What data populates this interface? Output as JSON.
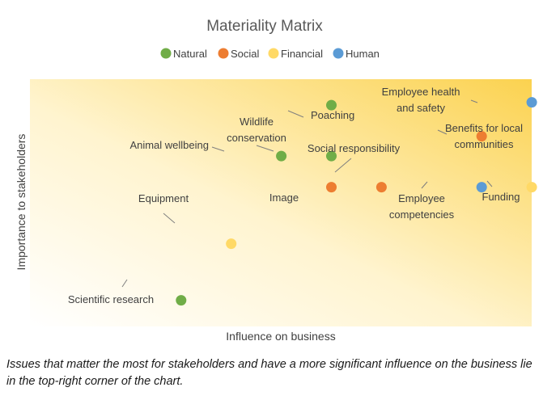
{
  "chart_data": {
    "type": "scatter",
    "title": "Materiality Matrix",
    "xlabel": "Influence on business",
    "ylabel": "Importance to stakeholders",
    "xlim": [
      0,
      10
    ],
    "ylim": [
      0,
      10
    ],
    "grid": false,
    "legend_position": "top",
    "background": "gradient from white (bottom-left) to gold (top-right)",
    "gradient_colors": [
      "#ffffff",
      "#fbd55a"
    ],
    "series": [
      {
        "name": "Natural",
        "color": "#70ad47",
        "points": [
          {
            "label": "Poaching",
            "x": 5.0,
            "y": 8.9
          },
          {
            "label": "Wildlife\nconservation",
            "x": 5.0,
            "y": 7.1
          },
          {
            "label": "Animal wellbeing",
            "x": 4.0,
            "y": 7.1
          },
          {
            "label": "Scientific research",
            "x": 2.0,
            "y": 2.0
          }
        ]
      },
      {
        "name": "Social",
        "color": "#ed7d31",
        "points": [
          {
            "label": "Benefits for local\ncommunities",
            "x": 8.0,
            "y": 7.8
          },
          {
            "label": "Social responsibility",
            "x": 6.0,
            "y": 6.0
          },
          {
            "label": "Image",
            "x": 5.0,
            "y": 6.0
          }
        ]
      },
      {
        "name": "Financial",
        "color": "#ffd966",
        "points": [
          {
            "label": "Funding",
            "x": 9.0,
            "y": 6.0
          },
          {
            "label": "Equipment",
            "x": 3.0,
            "y": 4.0
          }
        ]
      },
      {
        "name": "Human",
        "color": "#5b9bd5",
        "points": [
          {
            "label": "Employee health\nand safety",
            "x": 9.0,
            "y": 9.0
          },
          {
            "label": "Employee\ncompetencies",
            "x": 8.0,
            "y": 6.0
          }
        ]
      }
    ]
  },
  "caption": "Issues that matter the most for stakeholders and have a more significant influence on the business lie in the top-right corner of the chart."
}
